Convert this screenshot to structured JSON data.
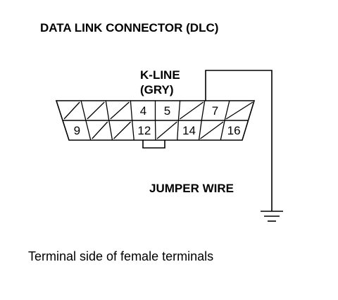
{
  "title": "DATA LINK CONNECTOR (DLC)",
  "kline_label_1": "K-LINE",
  "kline_label_2": "(GRY)",
  "jumper_label": "JUMPER WIRE",
  "caption": "Terminal side of female terminals",
  "connector": {
    "top_row": [
      {
        "id": "1",
        "label": "",
        "blank": true
      },
      {
        "id": "2",
        "label": "",
        "blank": true
      },
      {
        "id": "3",
        "label": "",
        "blank": true
      },
      {
        "id": "4",
        "label": "4",
        "blank": false
      },
      {
        "id": "5",
        "label": "5",
        "blank": false
      },
      {
        "id": "6",
        "label": "",
        "blank": true
      },
      {
        "id": "7",
        "label": "7",
        "blank": false
      },
      {
        "id": "8",
        "label": "",
        "blank": true
      }
    ],
    "bottom_row": [
      {
        "id": "9",
        "label": "9",
        "blank": false
      },
      {
        "id": "10",
        "label": "",
        "blank": true
      },
      {
        "id": "11",
        "label": "",
        "blank": true
      },
      {
        "id": "12",
        "label": "12",
        "blank": false
      },
      {
        "id": "13",
        "label": "",
        "blank": true
      },
      {
        "id": "14",
        "label": "14",
        "blank": false
      },
      {
        "id": "15",
        "label": "",
        "blank": true
      },
      {
        "id": "16",
        "label": "16",
        "blank": false
      }
    ]
  },
  "icons": {
    "ground": "ground-symbol-icon"
  }
}
